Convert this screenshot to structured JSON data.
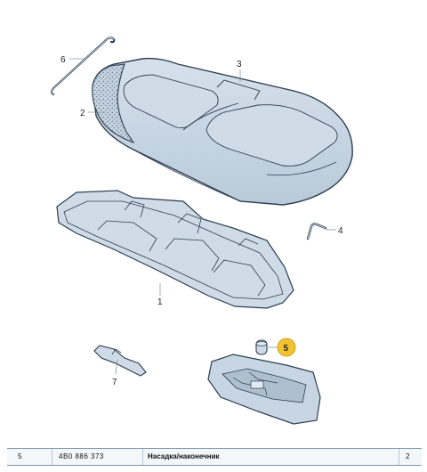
{
  "callouts": {
    "c1": "1",
    "c2": "2",
    "c3": "3",
    "c4": "4",
    "c5": "5",
    "c6": "6",
    "c7": "7"
  },
  "colors": {
    "highlight_badge": "#f2c230",
    "part_fill": "#c8d6e4",
    "part_stroke": "#2c3e50"
  },
  "parts_row": {
    "position": "5",
    "part_number": "4B0  886  373",
    "description": "Насадка/наконечник",
    "quantity": "2"
  }
}
